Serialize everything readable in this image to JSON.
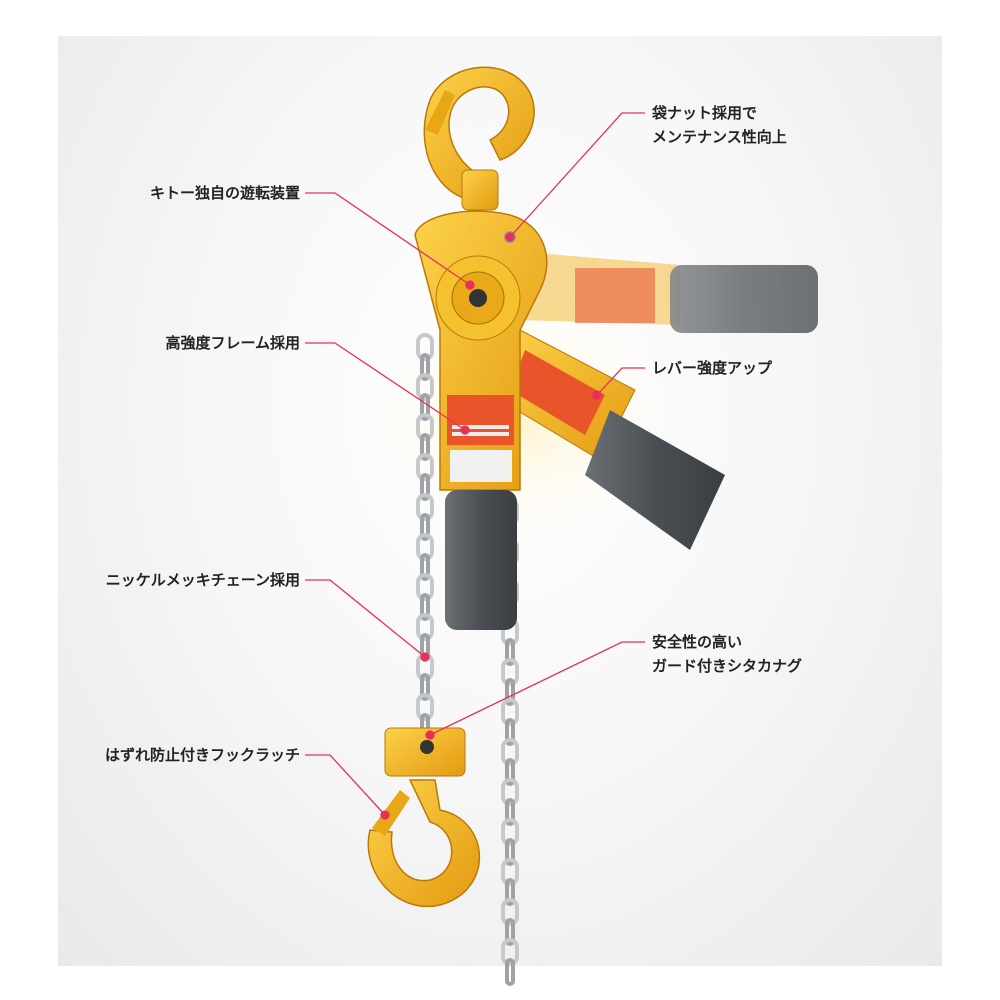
{
  "colors": {
    "leader_line": "#e8305a",
    "body": "#f5b41a",
    "handle": "#555a5e",
    "chain": "#c9cccf"
  },
  "labels": {
    "cap_nut": [
      "袋ナット採用で",
      "メンテナンス性向上"
    ],
    "free_chain": "キトー独自の遊転装置",
    "frame": "高強度フレーム採用",
    "lever": "レバー強度アップ",
    "chain": "ニッケルメッキチェーン採用",
    "bottom_hook": [
      "安全性の高い",
      "ガード付きシタカナグ"
    ],
    "latch": "はずれ防止付きフックラッチ"
  }
}
